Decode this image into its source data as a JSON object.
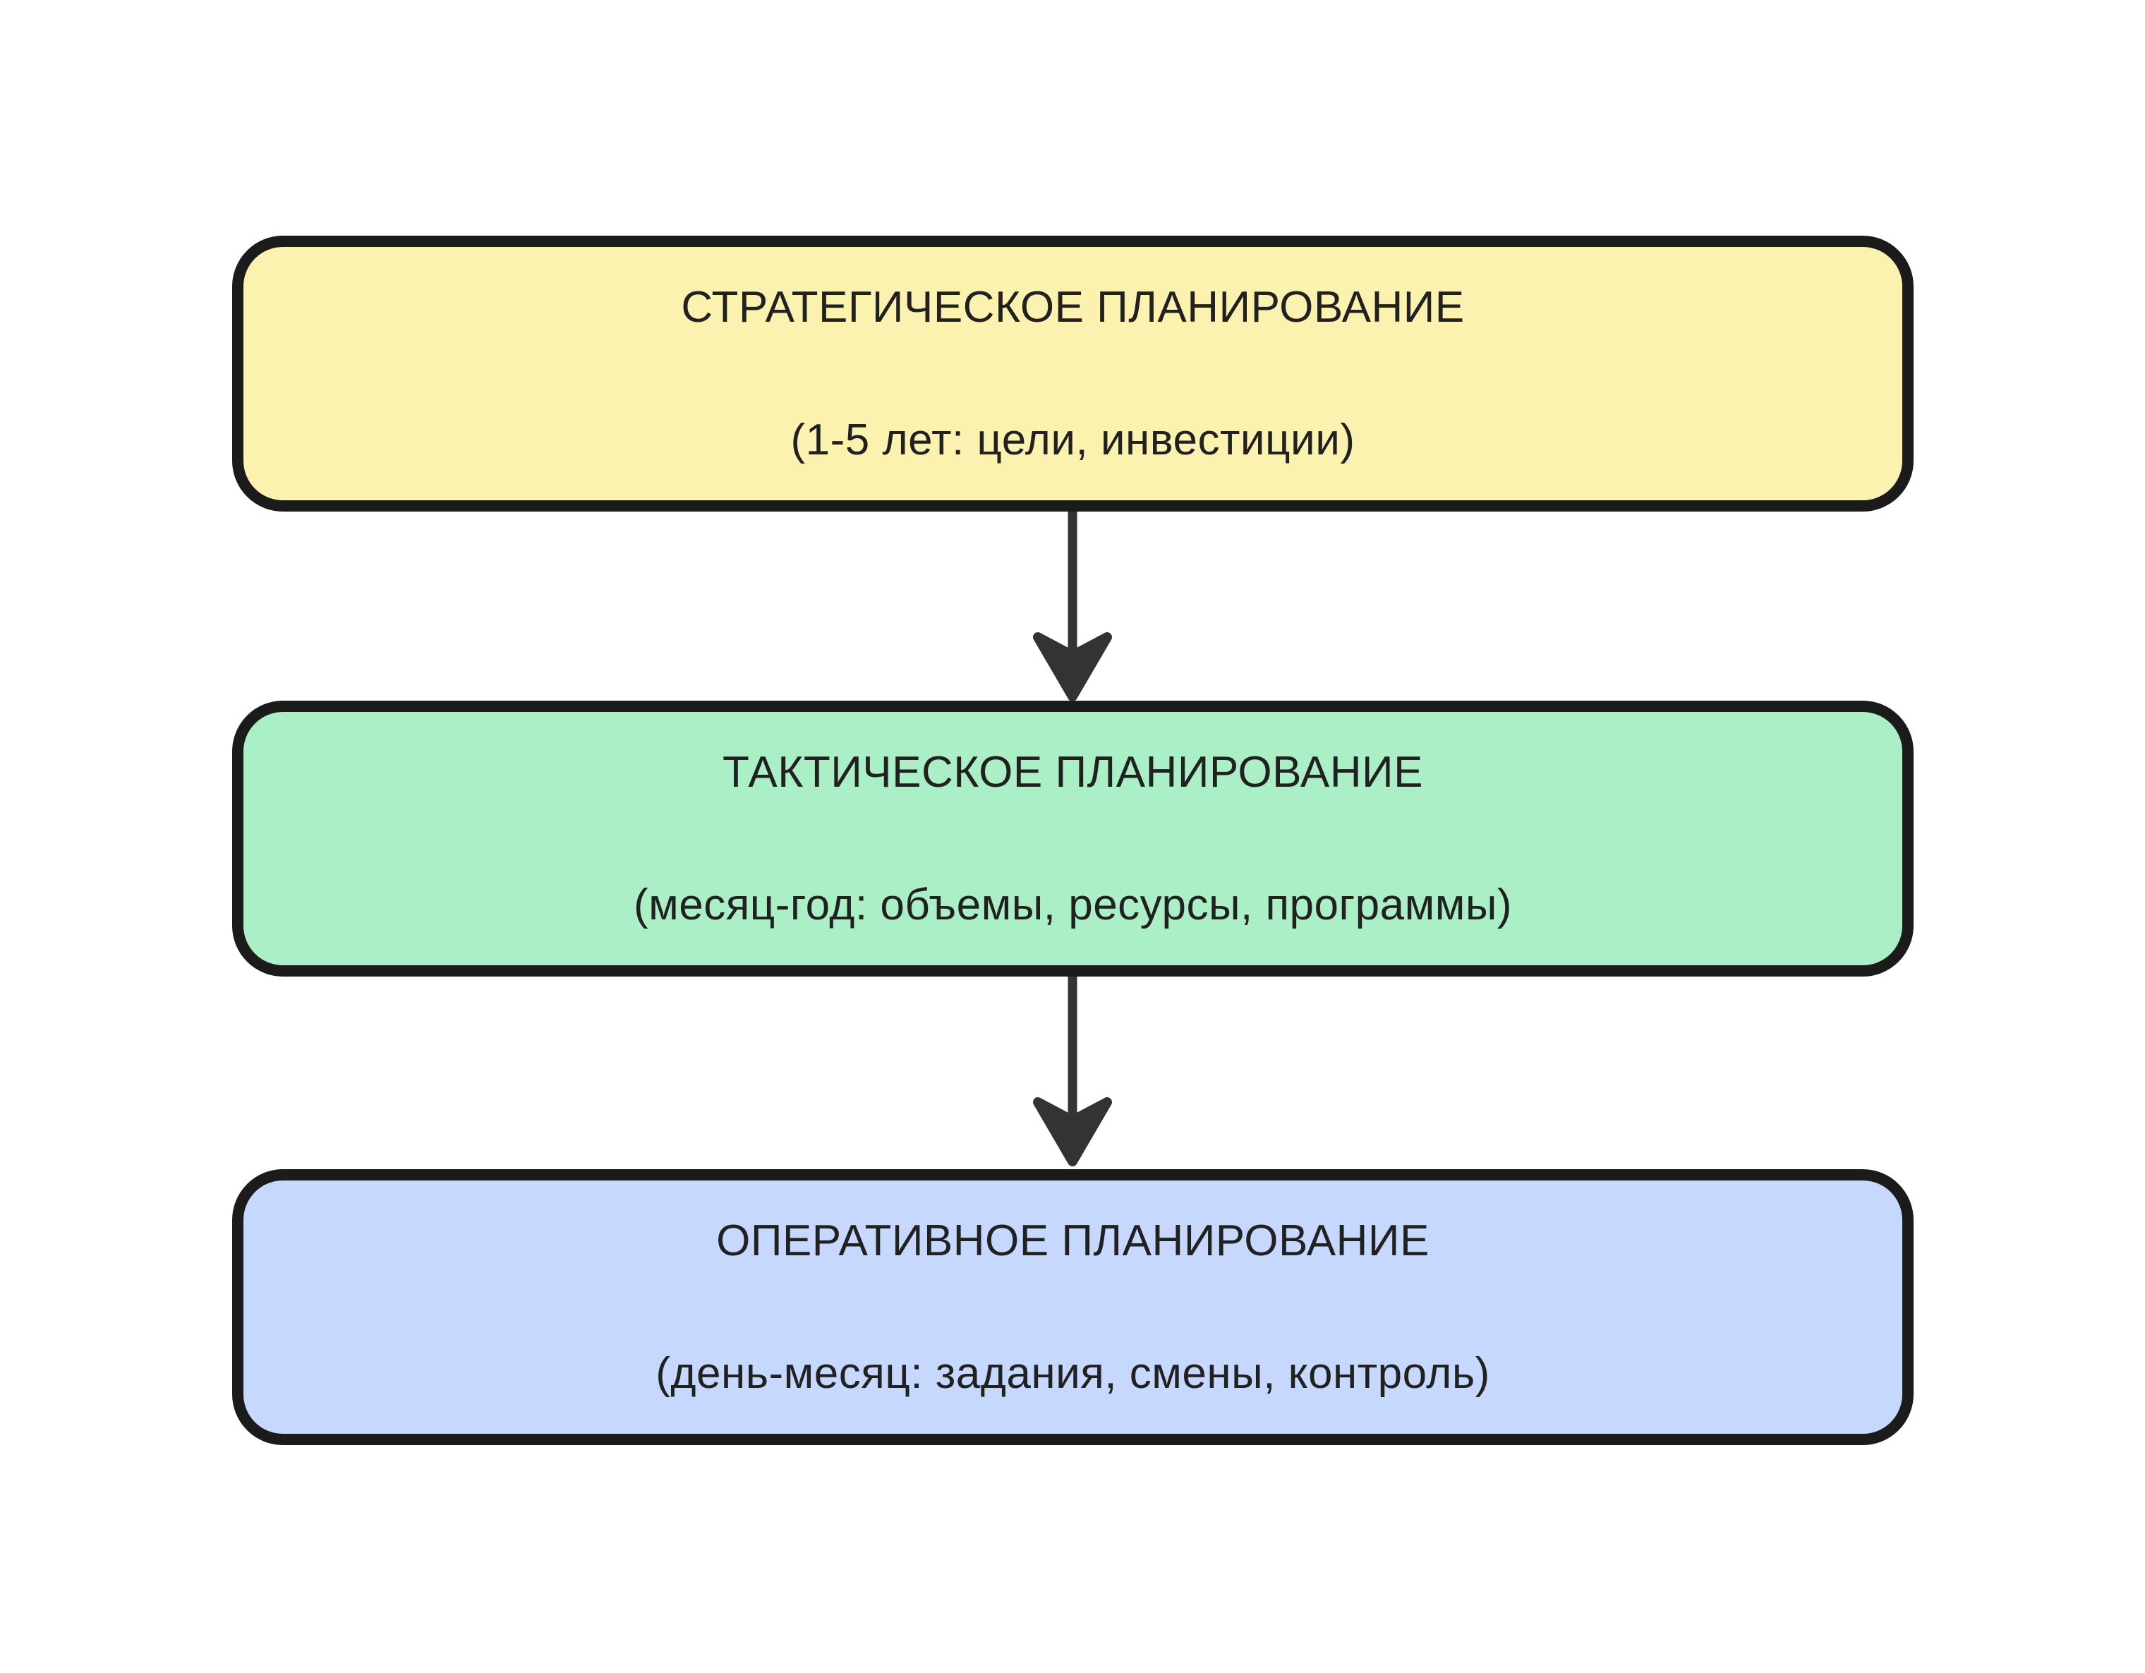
{
  "diagram": {
    "colors": {
      "background": "#ffffff",
      "stroke": "#1b1b1b",
      "arrow": "#333333",
      "text": "#212121",
      "node_fill_strategic": "#FBF2B0",
      "node_fill_tactical": "#ABEFC6",
      "node_fill_operational": "#C6D8FD"
    },
    "nodes": [
      {
        "title": "СТРАТЕГИЧЕСКОЕ ПЛАНИРОВАНИЕ",
        "subtitle": "(1-5 лет: цели, инвестиции)",
        "fill": "#FBF2B0"
      },
      {
        "title": "ТАКТИЧЕСКОЕ ПЛАНИРОВАНИЕ",
        "subtitle": "(месяц-год: объемы, ресурсы, программы)",
        "fill": "#ABEFC6"
      },
      {
        "title": "ОПЕРАТИВНОЕ ПЛАНИРОВАНИЕ",
        "subtitle": "(день-месяц: задания, смены, контроль)",
        "fill": "#C6D8FD"
      }
    ],
    "arrow_direction": "down"
  }
}
